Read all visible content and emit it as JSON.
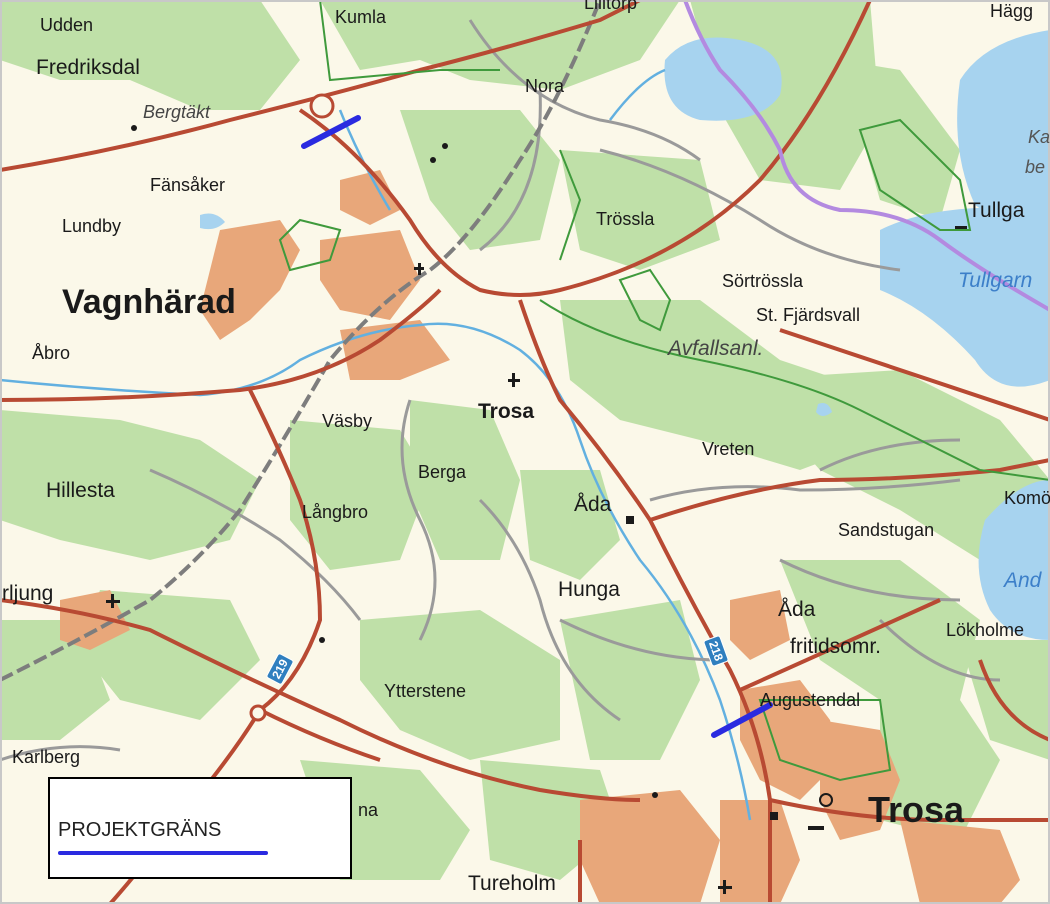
{
  "map": {
    "places": {
      "udden": "Udden",
      "kumla": "Kumla",
      "lilltorp": "Lilltorp",
      "hagg": "Hägg",
      "fredriksdal": "Fredriksdal",
      "nora": "Nora",
      "bergtakt": "Bergtäkt",
      "fansaker": "Fänsåker",
      "tullga": "Tullga",
      "lundby": "Lundby",
      "trossla": "Trössla",
      "sortrossla": "Sörtrössla",
      "vagnharad": "Vagnhärad",
      "st_fjardsvall": "St. Fjärdsvall",
      "avfallsanl": "Avfallsanl.",
      "abro": "Åbro",
      "vasby": "Väsby",
      "trosa_small": "Trosa",
      "vreten": "Vreten",
      "berga": "Berga",
      "hillesta": "Hillesta",
      "ada": "Åda",
      "langbro": "Långbro",
      "komot": "Komöt",
      "sandstugan": "Sandstugan",
      "rljung": "rljung",
      "hunga": "Hunga",
      "ada_fritid_1": "Åda",
      "ada_fritid_2": "fritidsomr.",
      "lokholme": "Lökholme",
      "ytterstene": "Ytterstene",
      "augustendal": "Augustendal",
      "karlberg": "Karlberg",
      "na": "na",
      "trosa_big": "Trosa",
      "tureholm": "Tureholm"
    },
    "water_labels": {
      "tullgarn": "Tullgarn",
      "and": "And",
      "ka": "Ka",
      "be": "be"
    },
    "road_numbers": {
      "r219": "219",
      "r218": "218"
    },
    "colors": {
      "land": "#fbf8e9",
      "forest": "#bfe0a8",
      "water": "#a7d3ef",
      "urban": "#e8a77a",
      "road": "#b84a33",
      "border": "#b38ae0",
      "project": "#2a2ae0"
    }
  },
  "legend": {
    "label": "PROJEKTGRÄNS"
  }
}
